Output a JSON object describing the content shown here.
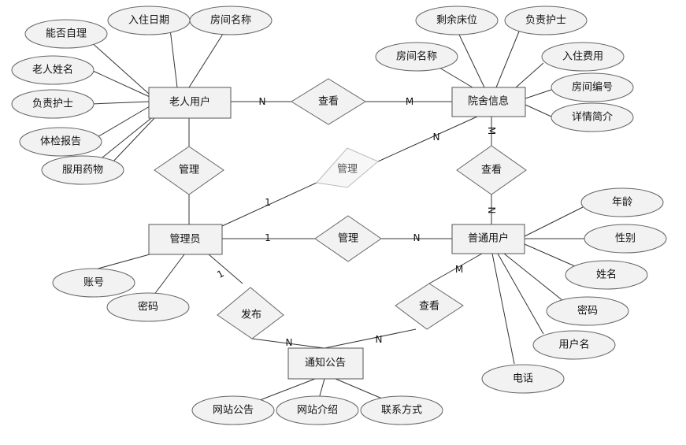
{
  "entities": {
    "elder_user": "老人用户",
    "dorm_info": "院舍信息",
    "admin": "管理员",
    "normal_user": "普通用户",
    "notice": "通知公告"
  },
  "relationships": {
    "view_elder_dorm": "查看",
    "manage_elder": "管理",
    "manage_dorm": "管理",
    "view_dorm_normal": "查看",
    "manage_normal": "管理",
    "publish": "发布",
    "view_notice": "查看"
  },
  "attributes": {
    "elder_user": [
      "能否自理",
      "入住日期",
      "房间名称",
      "老人姓名",
      "负责护士",
      "体检报告",
      "服用药物"
    ],
    "dorm_info": [
      "剩余床位",
      "负责护士",
      "房间名称",
      "入住费用",
      "房间编号",
      "详情简介"
    ],
    "admin": [
      "账号",
      "密码"
    ],
    "normal_user": [
      "年龄",
      "性别",
      "姓名",
      "密码",
      "用户名",
      "电话"
    ],
    "notice": [
      "网站公告",
      "网站介绍",
      "联系方式"
    ]
  },
  "cardinalities": {
    "elder_view_n": "N",
    "elder_view_m": "M",
    "admin_dorm_1": "1",
    "admin_dorm_n": "N",
    "dorm_view_m": "M",
    "dorm_view_n": "N",
    "admin_normal_1": "1",
    "admin_normal_n": "N",
    "admin_publish_1": "1",
    "publish_notice_n": "N",
    "notice_view_n": "N",
    "normal_view_m": "M"
  }
}
